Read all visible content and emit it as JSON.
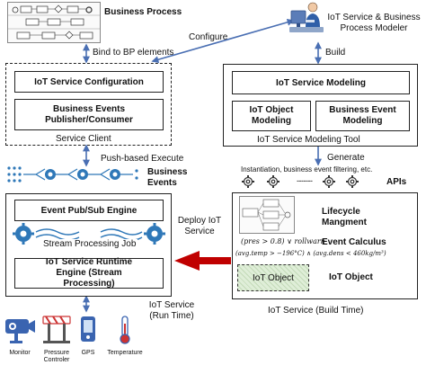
{
  "labels": {
    "business_process": "Business Process",
    "iot_modeler": "IoT Service  & Business Process Modeler",
    "configure": "Configure",
    "bind_bp": "Bind to BP elements",
    "build": "Build",
    "service_configuration": "IoT Service Configuration",
    "business_events_pubsub": "Business Events Publisher/Consumer",
    "service_client": "Service Client",
    "service_modeling": "IoT Service Modeling",
    "object_modeling": "IoT Object Modeling",
    "business_event_modeling": "Business Event Modeling",
    "modeling_tool": "IoT Service Modeling Tool",
    "push_based_execute": "Push-based Execute",
    "business_events": "Business Events",
    "generate": "Generate",
    "generate_detail": "Instantiation, business event filtering, etc.",
    "apis": "APIs",
    "event_pubsub_engine": "Event Pub/Sub Engine",
    "stream_processing_job": "Stream Processing Job",
    "runtime_engine": "IoT Service Runtime Engine (Stream Processing)",
    "deploy_iot_service": "Deploy IoT Service",
    "lifecycle_management": "Lifecycle Mangment",
    "event_calculus": "Event Calculus",
    "formula_1": "(pres > 0.8) ∨ rollwarn",
    "formula_2": "(avg.temp > −196°C) ∧ (avg.dens < 460kg/m³)",
    "iot_object_inner": "IoT Object",
    "iot_object": "IoT Object",
    "iot_service_runtime": "IoT Service (Run Time)",
    "iot_service_buildtime": "IoT Service (Build Time)",
    "dashes": "-------"
  },
  "devices": [
    {
      "label": "Monitor",
      "icon": "camera-icon"
    },
    {
      "label": "Pressure Controler",
      "icon": "pressure-controller-icon"
    },
    {
      "label": "GPS",
      "icon": "gps-icon"
    },
    {
      "label": "Temperature",
      "icon": "thermometer-icon"
    }
  ],
  "colors": {
    "deploy_arrow": "#c00000",
    "connector": "#4a6fb3",
    "stream_icon": "#2f78b8",
    "device_icon": "#3a64b0",
    "iot_object_fill": "#dfeed8"
  }
}
